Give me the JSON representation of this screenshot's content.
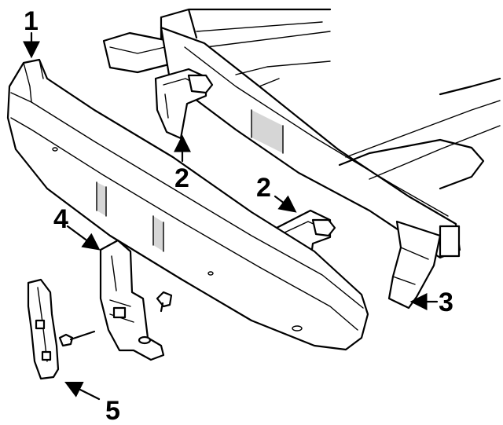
{
  "callouts": [
    {
      "id": "1",
      "text": "1"
    },
    {
      "id": "2a",
      "text": "2"
    },
    {
      "id": "2b",
      "text": "2"
    },
    {
      "id": "3",
      "text": "3"
    },
    {
      "id": "4",
      "text": "4"
    },
    {
      "id": "5",
      "text": "5"
    }
  ]
}
